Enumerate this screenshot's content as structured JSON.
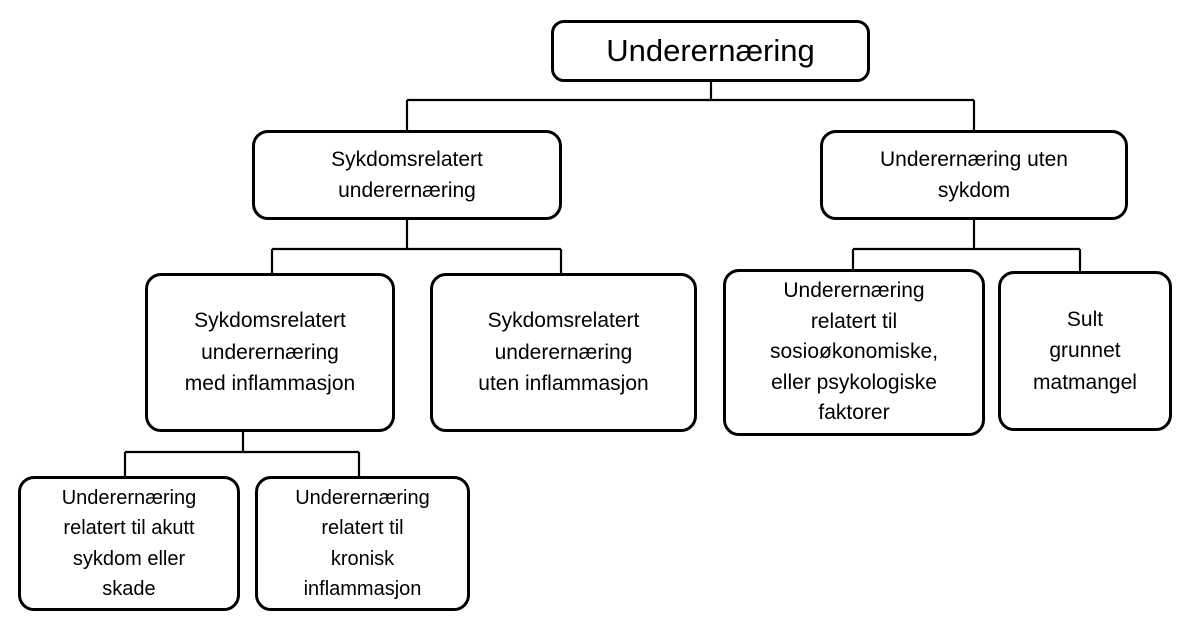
{
  "diagram": {
    "title": "Underernæring",
    "type": "hierarchy-tree",
    "line_color": "#000000",
    "box_border_color": "#000000",
    "background_color": "#ffffff",
    "nodes": {
      "root": {
        "label": [
          "Underernæring"
        ]
      },
      "disease_related": {
        "label": [
          "Sykdomsrelatert",
          "underernæring"
        ]
      },
      "without_disease": {
        "label": [
          "Underernæring uten",
          "sykdom"
        ]
      },
      "with_inflammation": {
        "label": [
          "Sykdomsrelatert",
          "underernæring",
          "med inflammasjon"
        ]
      },
      "without_inflammation": {
        "label": [
          "Sykdomsrelatert",
          "underernæring",
          "uten inflammasjon"
        ]
      },
      "socioeconomic": {
        "label": [
          "Underernæring",
          "relatert til",
          "sosioøkonomiske,",
          "eller psykologiske",
          "faktorer"
        ]
      },
      "hunger": {
        "label": [
          "Sult",
          "grunnet",
          "matmangel"
        ]
      },
      "acute": {
        "label": [
          "Underernæring",
          "relatert til akutt",
          "sykdom eller",
          "skade"
        ]
      },
      "chronic": {
        "label": [
          "Underernæring",
          "relatert til",
          "kronisk",
          "inflammasjon"
        ]
      }
    },
    "edges": [
      "root->disease_related",
      "root->without_disease",
      "disease_related->with_inflammation",
      "disease_related->without_inflammation",
      "without_disease->socioeconomic",
      "without_disease->hunger",
      "with_inflammation->acute",
      "with_inflammation->chronic"
    ]
  }
}
